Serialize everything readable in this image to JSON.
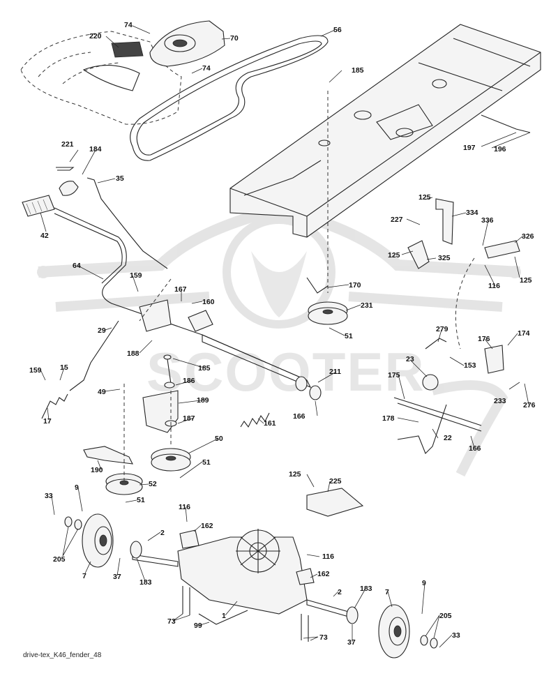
{
  "caption": "drive-tex_K46_fender_48",
  "watermark": "SCOOTER",
  "callouts": [
    {
      "id": "c-74a",
      "text": "74"
    },
    {
      "id": "c-220",
      "text": "220"
    },
    {
      "id": "c-70",
      "text": "70"
    },
    {
      "id": "c-56",
      "text": "56"
    },
    {
      "id": "c-74b",
      "text": "74"
    },
    {
      "id": "c-185a",
      "text": "185"
    },
    {
      "id": "c-197",
      "text": "197"
    },
    {
      "id": "c-196",
      "text": "196"
    },
    {
      "id": "c-221",
      "text": "221"
    },
    {
      "id": "c-184",
      "text": "184"
    },
    {
      "id": "c-35",
      "text": "35"
    },
    {
      "id": "c-42",
      "text": "42"
    },
    {
      "id": "c-125a",
      "text": "125"
    },
    {
      "id": "c-334",
      "text": "334"
    },
    {
      "id": "c-227",
      "text": "227"
    },
    {
      "id": "c-336",
      "text": "336"
    },
    {
      "id": "c-326",
      "text": "326"
    },
    {
      "id": "c-125b",
      "text": "125"
    },
    {
      "id": "c-325",
      "text": "325"
    },
    {
      "id": "c-116a",
      "text": "116"
    },
    {
      "id": "c-125c",
      "text": "125"
    },
    {
      "id": "c-64",
      "text": "64"
    },
    {
      "id": "c-159a",
      "text": "159"
    },
    {
      "id": "c-167",
      "text": "167"
    },
    {
      "id": "c-160",
      "text": "160"
    },
    {
      "id": "c-170",
      "text": "170"
    },
    {
      "id": "c-231",
      "text": "231"
    },
    {
      "id": "c-51a",
      "text": "51"
    },
    {
      "id": "c-29",
      "text": "29"
    },
    {
      "id": "c-188",
      "text": "188"
    },
    {
      "id": "c-279",
      "text": "279"
    },
    {
      "id": "c-176",
      "text": "176"
    },
    {
      "id": "c-174",
      "text": "174"
    },
    {
      "id": "c-153",
      "text": "153"
    },
    {
      "id": "c-23",
      "text": "23"
    },
    {
      "id": "c-185b",
      "text": "185"
    },
    {
      "id": "c-159b",
      "text": "159"
    },
    {
      "id": "c-15",
      "text": "15"
    },
    {
      "id": "c-186",
      "text": "186"
    },
    {
      "id": "c-211",
      "text": "211"
    },
    {
      "id": "c-175",
      "text": "175"
    },
    {
      "id": "c-49",
      "text": "49"
    },
    {
      "id": "c-189",
      "text": "189"
    },
    {
      "id": "c-233",
      "text": "233"
    },
    {
      "id": "c-276",
      "text": "276"
    },
    {
      "id": "c-17",
      "text": "17"
    },
    {
      "id": "c-166a",
      "text": "166"
    },
    {
      "id": "c-161",
      "text": "161"
    },
    {
      "id": "c-187",
      "text": "187"
    },
    {
      "id": "c-178",
      "text": "178"
    },
    {
      "id": "c-22",
      "text": "22"
    },
    {
      "id": "c-50",
      "text": "50"
    },
    {
      "id": "c-166b",
      "text": "166"
    },
    {
      "id": "c-190",
      "text": "190"
    },
    {
      "id": "c-51b",
      "text": "51"
    },
    {
      "id": "c-125d",
      "text": "125"
    },
    {
      "id": "c-225",
      "text": "225"
    },
    {
      "id": "c-52",
      "text": "52"
    },
    {
      "id": "c-9a",
      "text": "9"
    },
    {
      "id": "c-33a",
      "text": "33"
    },
    {
      "id": "c-51c",
      "text": "51"
    },
    {
      "id": "c-116b",
      "text": "116"
    },
    {
      "id": "c-162a",
      "text": "162"
    },
    {
      "id": "c-2a",
      "text": "2"
    },
    {
      "id": "c-205a",
      "text": "205"
    },
    {
      "id": "c-116c",
      "text": "116"
    },
    {
      "id": "c-7a",
      "text": "7"
    },
    {
      "id": "c-37a",
      "text": "37"
    },
    {
      "id": "c-183a",
      "text": "183"
    },
    {
      "id": "c-162b",
      "text": "162"
    },
    {
      "id": "c-9b",
      "text": "9"
    },
    {
      "id": "c-2b",
      "text": "2"
    },
    {
      "id": "c-183b",
      "text": "183"
    },
    {
      "id": "c-7b",
      "text": "7"
    },
    {
      "id": "c-1",
      "text": "1"
    },
    {
      "id": "c-73a",
      "text": "73"
    },
    {
      "id": "c-99",
      "text": "99"
    },
    {
      "id": "c-205b",
      "text": "205"
    },
    {
      "id": "c-73b",
      "text": "73"
    },
    {
      "id": "c-37b",
      "text": "37"
    },
    {
      "id": "c-33b",
      "text": "33"
    }
  ]
}
